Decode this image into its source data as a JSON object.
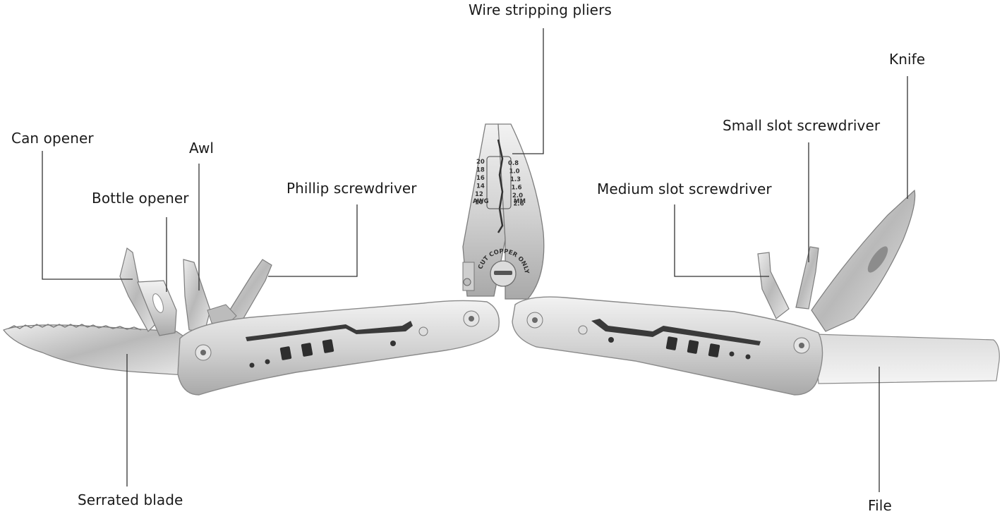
{
  "labels": {
    "wire_stripping_pliers": "Wire stripping pliers",
    "knife": "Knife",
    "can_opener": "Can opener",
    "awl": "Awl",
    "small_slot_screwdriver": "Small slot screwdriver",
    "bottle_opener": "Bottle opener",
    "phillip_screwdriver": "Phillip screwdriver",
    "medium_slot_screwdriver": "Medium slot screwdriver",
    "serrated_blade": "Serrated blade",
    "file": "File"
  },
  "pliers": {
    "awg_values": [
      "20",
      "18",
      "16",
      "14",
      "12",
      "10"
    ],
    "mm_values": [
      "0.8",
      "1.0",
      "1.3",
      "1.6",
      "2.0",
      "2.6"
    ],
    "awg_label": "AWG",
    "mm_label": "MM",
    "pivot_text": "CUT COPPER ONLY"
  },
  "colors": {
    "steel_light": "#e6e6e6",
    "steel_mid": "#c7c7c7",
    "steel_dark": "#8c8c8c",
    "leader_line": "#333333"
  }
}
